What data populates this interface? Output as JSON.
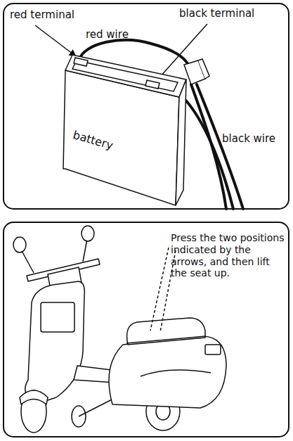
{
  "diagram": {
    "nodes": [
      {
        "text": [
          "battery"
        ]
      }
    ],
    "labels": [
      "red terminal",
      "red wire",
      "black terminal",
      "black wire",
      "Press the two positions indicated by the arrows, and then lift the seat up."
    ]
  }
}
